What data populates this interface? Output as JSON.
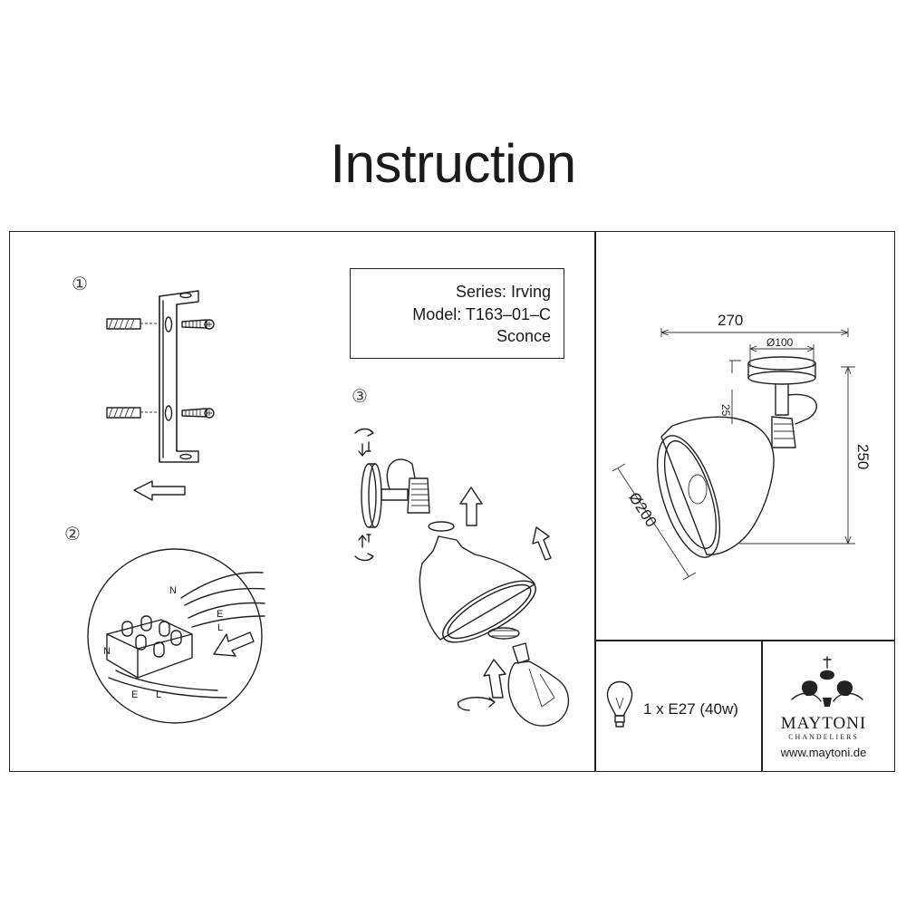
{
  "title": "Instruction",
  "info": {
    "series": "Series: Irving",
    "model": "Model: T163–01–C",
    "type": "Sconce"
  },
  "steps": [
    "①",
    "②",
    "③"
  ],
  "wiring": {
    "n1": "N",
    "e1": "E",
    "l1": "L",
    "n2": "N",
    "e2": "E",
    "l2": "L"
  },
  "dimensions": {
    "width": "270",
    "base_diameter": "Ø100",
    "base_depth": "25",
    "height": "250",
    "shade_diameter": "Ø200"
  },
  "spec": {
    "bulb": "1 x E27 (40w)",
    "icon": "bulb-icon"
  },
  "brand": {
    "name": "MAYTONI",
    "tagline": "CHANDELIERS",
    "url": "www.maytoni.de"
  }
}
